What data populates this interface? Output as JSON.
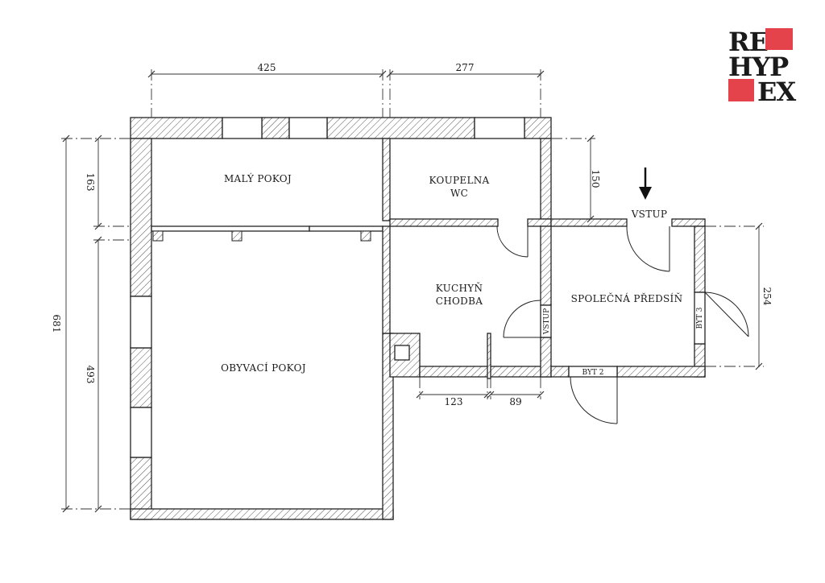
{
  "logo": {
    "lines": [
      "RE",
      "HYP",
      "EX"
    ],
    "accent": "#e4434b",
    "text_color": "#3a3a3a"
  },
  "rooms": {
    "maly_pokoj": "MALÝ POKOJ",
    "koupelna_1": "KOUPELNA",
    "koupelna_2": "WC",
    "kuchyn_1": "KUCHYŇ",
    "kuchyn_2": "CHODBA",
    "obyvaci": "OBYVACÍ POKOJ",
    "predsin": "SPOLEČNÁ PŘEDSÍŇ"
  },
  "labels": {
    "vstup_top": "VSTUP",
    "vstup_side": "VSTUP",
    "byt2": "BYT 2",
    "byt3": "BYT 3"
  },
  "dimensions": {
    "top_left": "425",
    "top_right": "277",
    "left_total": "681",
    "left_upper": "163",
    "left_lower": "493",
    "right_upper": "150",
    "right_side": "254",
    "bottom_a": "123",
    "bottom_b": "89"
  },
  "colors": {
    "wall_line": "#222222",
    "hatch": "#555555"
  },
  "icons": [
    "entrance-arrow-icon"
  ]
}
